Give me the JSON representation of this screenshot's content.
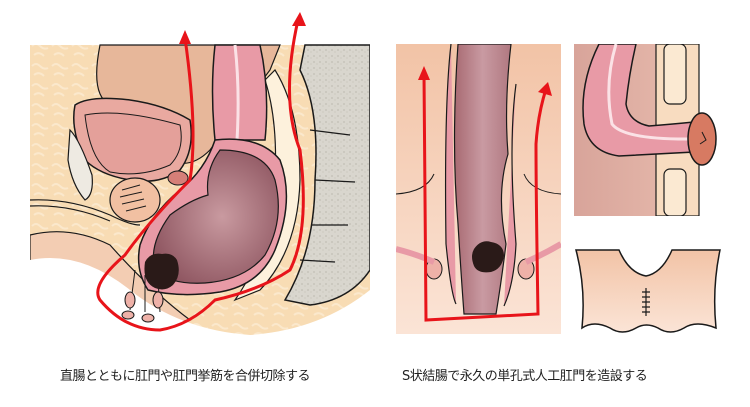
{
  "figures": [
    {
      "id": "left",
      "caption": "直腸とともに肛門や肛門挙筋を合併切除する",
      "description": "Sagittal cross-section of male pelvis showing rectal tumor; red line marks resection area including anus and levator ani"
    },
    {
      "id": "right",
      "caption": "S状結腸で永久の単孔式人工肛門を造設する",
      "description": "Coronal view of rectum resection with red outline; inset of end colostomy through abdominal wall; inset of closed perineal wound"
    }
  ],
  "colors": {
    "resection_line": "#e8141a",
    "fat_background": "#f8dcb4",
    "skin": "#f2c3a6",
    "bowel": "#e89aa6",
    "bowel_lumen": "#a86a72",
    "tumor": "#2a1a18",
    "bone": "#d8d4cc",
    "outline": "#1a1a1a"
  }
}
